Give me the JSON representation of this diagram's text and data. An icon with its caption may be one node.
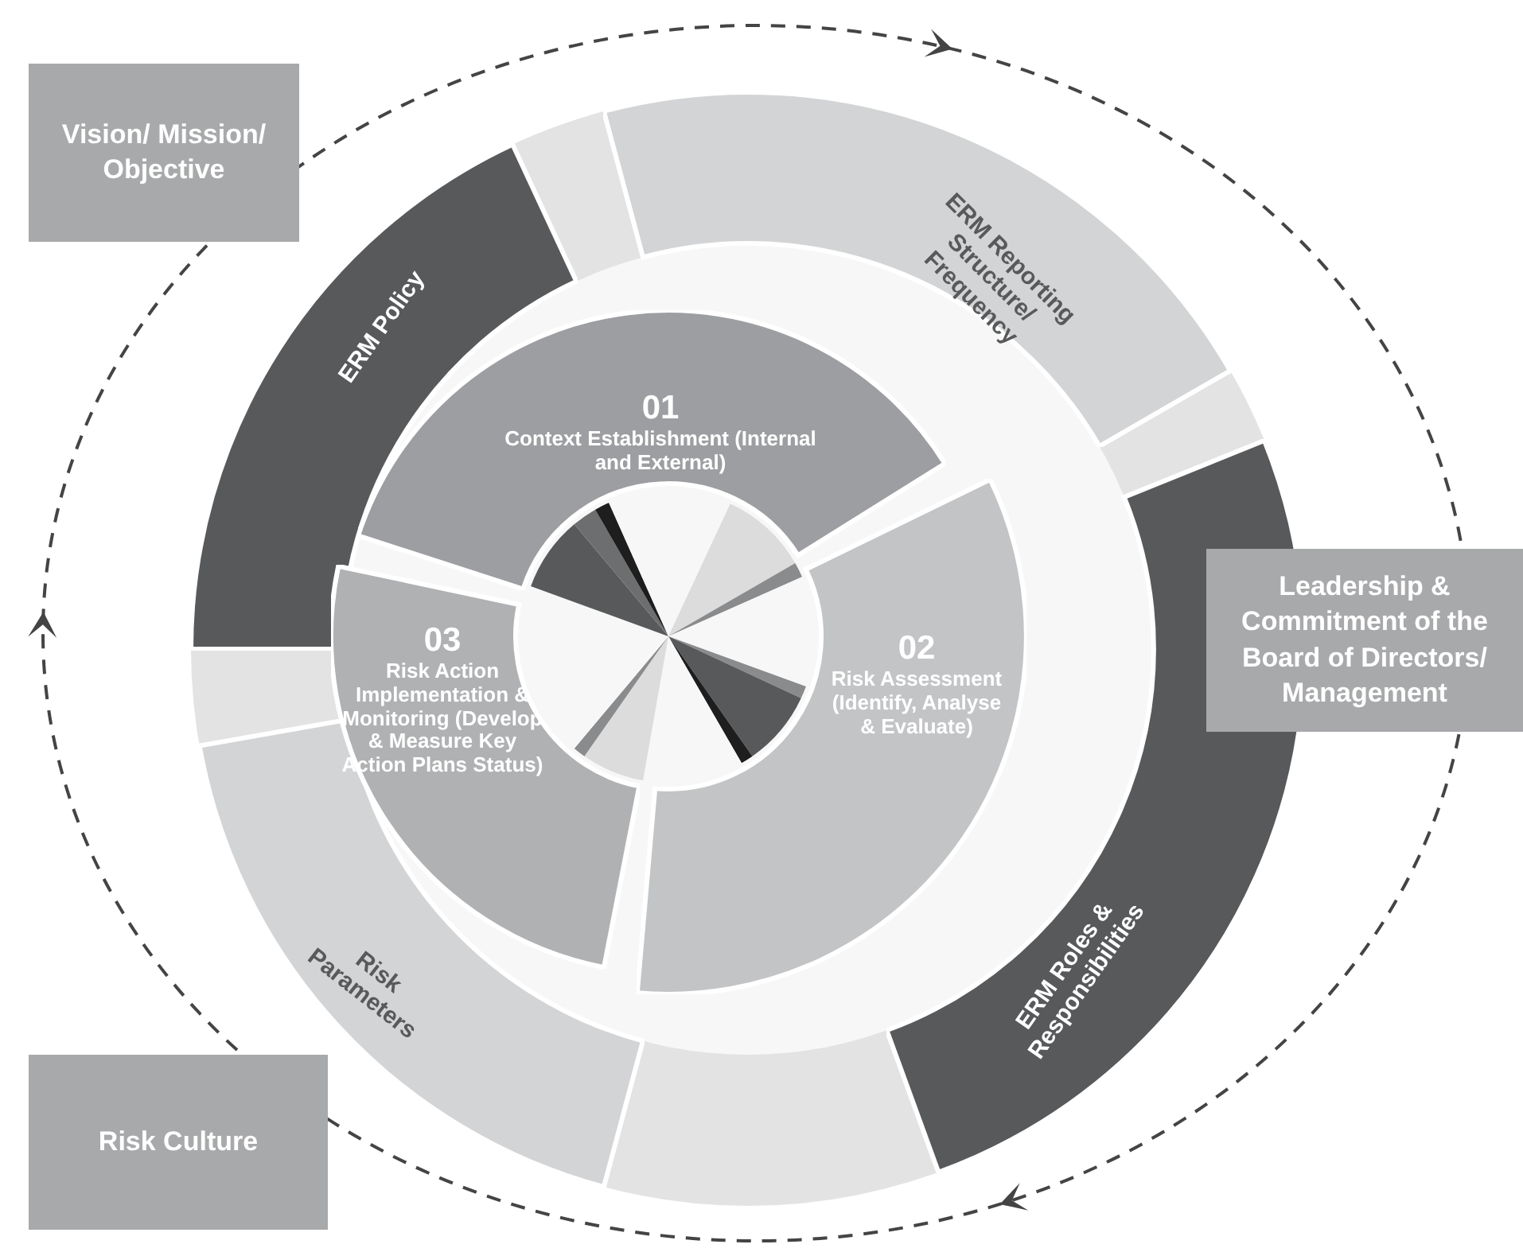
{
  "diagram": {
    "nodes": [
      {
        "text": [
          "Vision/ Mission/ Objective"
        ]
      },
      {
        "text": [
          "ERM Policy"
        ]
      },
      {
        "text": [
          "ERM Reporting Structure/ Frequency"
        ]
      },
      {
        "text": [
          "01",
          "Context Establishment (Internal and External)"
        ]
      },
      {
        "text": [
          "Leadership & Commitment of the Board of Directors/ Management"
        ]
      },
      {
        "text": [
          "02",
          "Risk Assessment (Identify, Analyse & Evaluate)"
        ]
      },
      {
        "text": [
          "03",
          "Risk Action Implementation & Monitoring (Develop & Measure Key Action Plans Status)"
        ]
      },
      {
        "text": [
          "ERM Roles & Responsibilities"
        ]
      },
      {
        "text": [
          "Risk Parameters"
        ]
      },
      {
        "text": [
          "Risk Culture"
        ]
      }
    ]
  }
}
